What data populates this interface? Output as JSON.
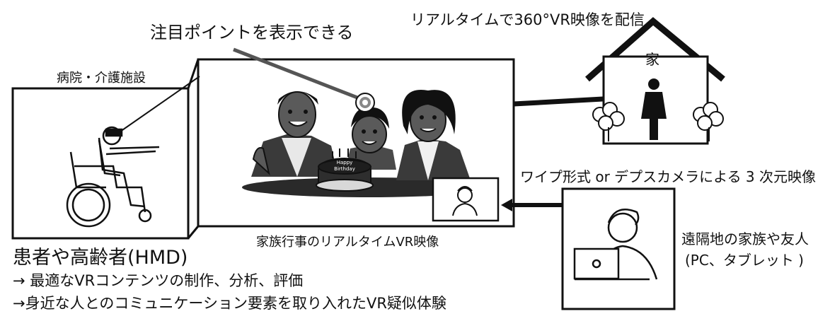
{
  "labels": {
    "highlight_point": "注目ポイントを表示できる",
    "realtime_vr": "リアルタイムで360°VR映像を配信",
    "house": "家",
    "hospital": "病院・介護施設",
    "family_event": "家族行事のリアルタイムVR映像",
    "wipe_format": "ワイプ形式 or デプスカメラによる 3 次元映像",
    "remote_family_line1": "遠隔地の家族や友人",
    "remote_family_line2": "(PC、タブレット )",
    "patient": "患者や高齢者(HMD)",
    "bullet1": "→ 最適なVRコンテンツの制作、分析、評価",
    "bullet2": "→身近な人とのコミュニケーション要素を取り入れたVR疑似体験"
  },
  "cake": {
    "line1": "Happy",
    "line2": "Birthday"
  },
  "colors": {
    "line": "#111111",
    "table": "#2a2a2a",
    "skin": "#5a5a5a",
    "highlight": "#ffffff"
  }
}
